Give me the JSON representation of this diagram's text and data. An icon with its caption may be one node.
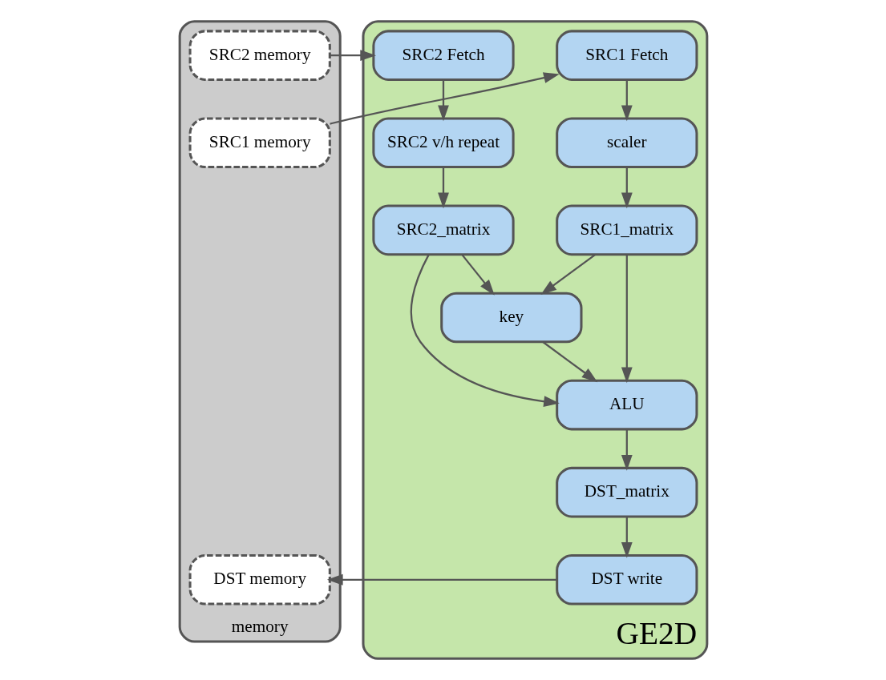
{
  "diagram": {
    "nodes": [
      {
        "text": [
          "memory"
        ]
      },
      {
        "text": [
          "SRC2 memory"
        ],
        "in": 0
      },
      {
        "text": [
          "SRC1 memory"
        ],
        "in": 0
      },
      {
        "text": [
          "DST memory"
        ],
        "in": 0
      },
      {
        "text": [
          "GE2D"
        ]
      },
      {
        "text": [
          "SRC1 Fetch"
        ],
        "in": 4
      },
      {
        "text": [
          "SRC2 Fetch"
        ],
        "in": 4
      },
      {
        "text": [
          "scaler"
        ],
        "in": 4
      },
      {
        "text": [
          "SRC2 v/h repeat"
        ],
        "in": 4
      },
      {
        "text": [
          "SRC1_matrix"
        ],
        "in": 4
      },
      {
        "text": [
          "SRC2_matrix"
        ],
        "in": 4
      },
      {
        "text": [
          "key"
        ],
        "in": 4
      },
      {
        "text": [
          "ALU"
        ],
        "in": 4
      },
      {
        "text": [
          "DST_matrix"
        ],
        "in": 4
      },
      {
        "text": [
          "DST write"
        ],
        "in": 4
      }
    ],
    "edges": [
      {
        "from": 1,
        "to": 6,
        "arrow": "to"
      },
      {
        "from": 2,
        "to": 5,
        "arrow": "to"
      },
      {
        "from": 5,
        "to": 7,
        "arrow": "to"
      },
      {
        "from": 6,
        "to": 8,
        "arrow": "to"
      },
      {
        "from": 7,
        "to": 9,
        "arrow": "to"
      },
      {
        "from": 8,
        "to": 10,
        "arrow": "to"
      },
      {
        "from": 9,
        "to": 11,
        "arrow": "to"
      },
      {
        "from": 10,
        "to": 11,
        "arrow": "to"
      },
      {
        "from": 9,
        "to": 12,
        "arrow": "to"
      },
      {
        "from": 11,
        "to": 12,
        "arrow": "to"
      },
      {
        "from": 10,
        "to": 12,
        "arrow": "to"
      },
      {
        "from": 12,
        "to": 13,
        "arrow": "to"
      },
      {
        "from": 13,
        "to": 14,
        "arrow": "to"
      },
      {
        "from": 14,
        "to": 3,
        "arrow": "to"
      }
    ]
  }
}
